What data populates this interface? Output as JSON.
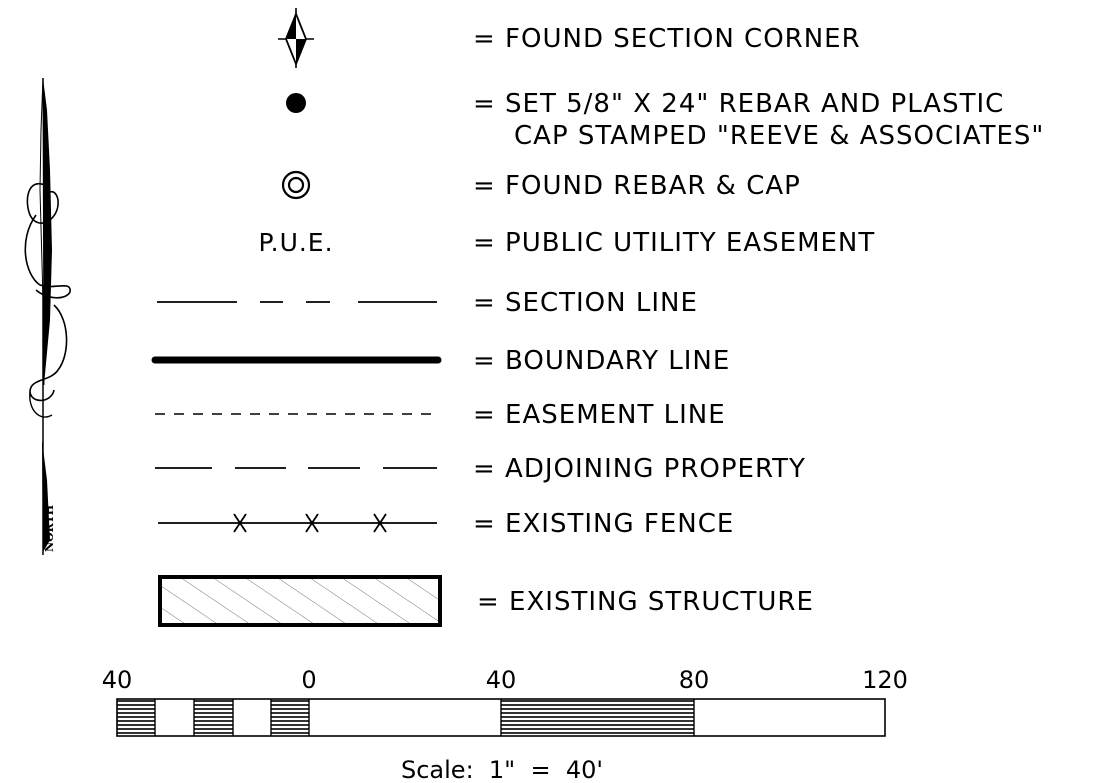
{
  "north_arrow": {
    "label": "NORTH"
  },
  "legend": [
    {
      "id": "found-section-corner",
      "symbol": "diamond-monument",
      "text": "= FOUND SECTION CORNER"
    },
    {
      "id": "set-rebar",
      "symbol": "filled-circle",
      "text_lines": [
        "= SET 5/8\" X 24\" REBAR AND PLASTIC",
        "CAP STAMPED \"REEVE & ASSOCIATES\""
      ]
    },
    {
      "id": "found-rebar-cap",
      "symbol": "double-circle",
      "text": "= FOUND REBAR & CAP"
    },
    {
      "id": "pue",
      "symbol_text": "P.U.E.",
      "text": "= PUBLIC UTILITY EASEMENT"
    },
    {
      "id": "section-line",
      "symbol": "long-short-dash-line",
      "text": "= SECTION LINE"
    },
    {
      "id": "boundary-line",
      "symbol": "heavy-line",
      "text": "= BOUNDARY LINE"
    },
    {
      "id": "easement-line",
      "symbol": "short-dash-line",
      "text": "= EASEMENT LINE"
    },
    {
      "id": "adjoining-property",
      "symbol": "medium-dash-line",
      "text": "= ADJOINING PROPERTY"
    },
    {
      "id": "existing-fence",
      "symbol": "line-with-x-marks",
      "text": "= EXISTING FENCE"
    },
    {
      "id": "existing-structure",
      "symbol": "hatched-rectangle",
      "text": "= EXISTING STRUCTURE"
    }
  ],
  "scale_bar": {
    "ticks": [
      "40",
      "0",
      "40",
      "80",
      "120"
    ],
    "caption": "Scale:  1\"  =  40'"
  },
  "colors": {
    "ink": "#000000",
    "background": "#ffffff"
  }
}
